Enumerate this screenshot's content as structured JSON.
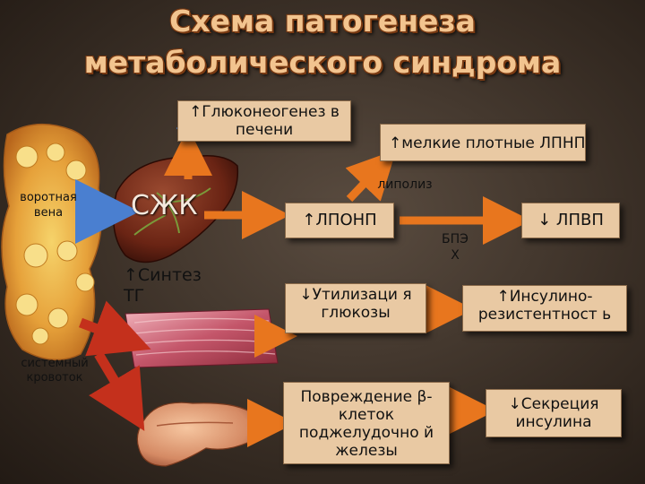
{
  "title": {
    "line1": "Схема патогенеза",
    "line2": "метаболического синдрома"
  },
  "labels": {
    "portal_vein": "воротная вена",
    "systemic": "системный кровоток",
    "ffa": "СЖК",
    "tg_synthesis": "↑Синтез ТГ",
    "lipolysis": "липолиз",
    "cetp": "БПЭ Х"
  },
  "boxes": {
    "gluconeogenesis": "↑Глюконеогенез в печени",
    "small_dense_ldl": "↑мелкие плотные ЛПНП",
    "vldl": "↑ЛПОНП",
    "hdl": "↓ ЛПВП",
    "glucose_utilization": "↓Утилизаци я глюкозы",
    "insulin_resistance": "↑Инсулино- резистентност ь",
    "beta_cell_damage": "Повреждение β-клеток поджелудочно й железы",
    "insulin_secretion": "↓Секреция инсулина"
  },
  "colors": {
    "box_fill": "#e9c9a3",
    "arrow_blue": "#4a7fd0",
    "arrow_orange": "#e8761e",
    "arrow_red": "#c4301c",
    "title": "#f2c48f"
  },
  "icons": [
    "fat-tissue-image",
    "liver-image",
    "muscle-image",
    "pancreas-image"
  ]
}
